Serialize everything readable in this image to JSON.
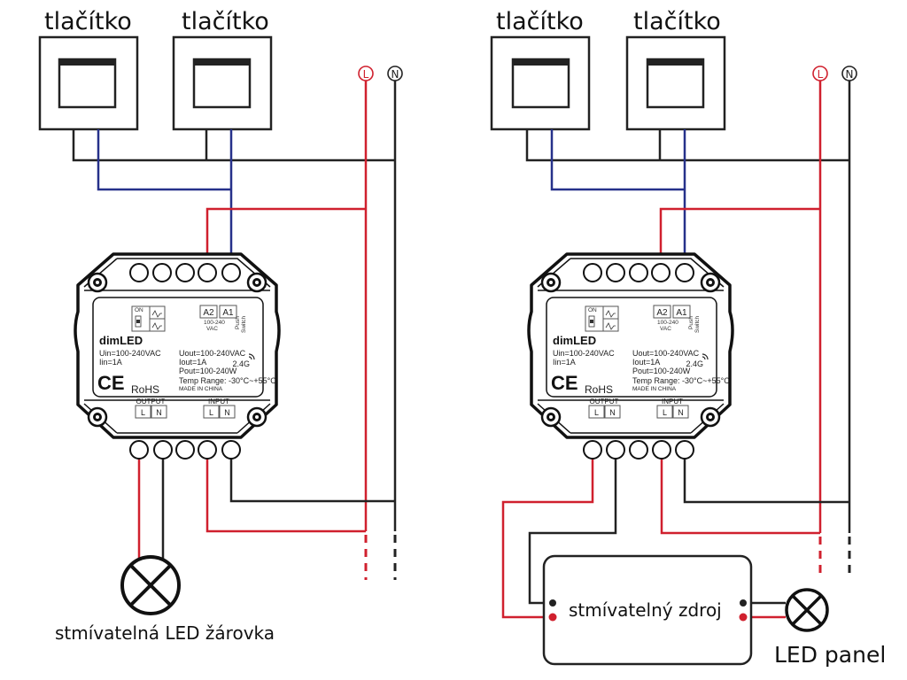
{
  "colors": {
    "line": "#d0202e",
    "neutral": "#222222",
    "switch_wire": "#26318a"
  },
  "left_diagram": {
    "buttons": [
      {
        "label": "tlačítko"
      },
      {
        "label": "tlačítko"
      }
    ],
    "mains": {
      "line_label": "L",
      "neutral_label": "N"
    },
    "load": {
      "type": "bulb",
      "label": "stmívatelná LED žárovka"
    }
  },
  "right_diagram": {
    "buttons": [
      {
        "label": "tlačítko"
      },
      {
        "label": "tlačítko"
      }
    ],
    "mains": {
      "line_label": "L",
      "neutral_label": "N"
    },
    "driver": {
      "label": "stmívatelný zdroj"
    },
    "load": {
      "type": "bulb",
      "label": "LED panel"
    }
  },
  "device": {
    "brand": "dimLED",
    "switch_on": "ON",
    "terminals_top": [
      "A2",
      "A1"
    ],
    "input_range": "100-240",
    "input_range_unit": "VAC",
    "push_switch_1": "Push",
    "push_switch_2": "Switch",
    "uin": "Uin=100-240VAC",
    "iin": "Iin=1A",
    "uout": "Uout=100-240VAC",
    "iout": "Iout=1A",
    "pout": "Pout=100-240W",
    "temp": "Temp Range: -30°C~+55°C",
    "made_in": "MADE IN CHINA",
    "wireless": "2.4G",
    "ce": "CE",
    "rohs": "RoHS",
    "output_label": "OUTPUT",
    "input_label": "INPUT",
    "output_terminals": [
      "L",
      "N"
    ],
    "input_terminals": [
      "L",
      "N"
    ]
  }
}
